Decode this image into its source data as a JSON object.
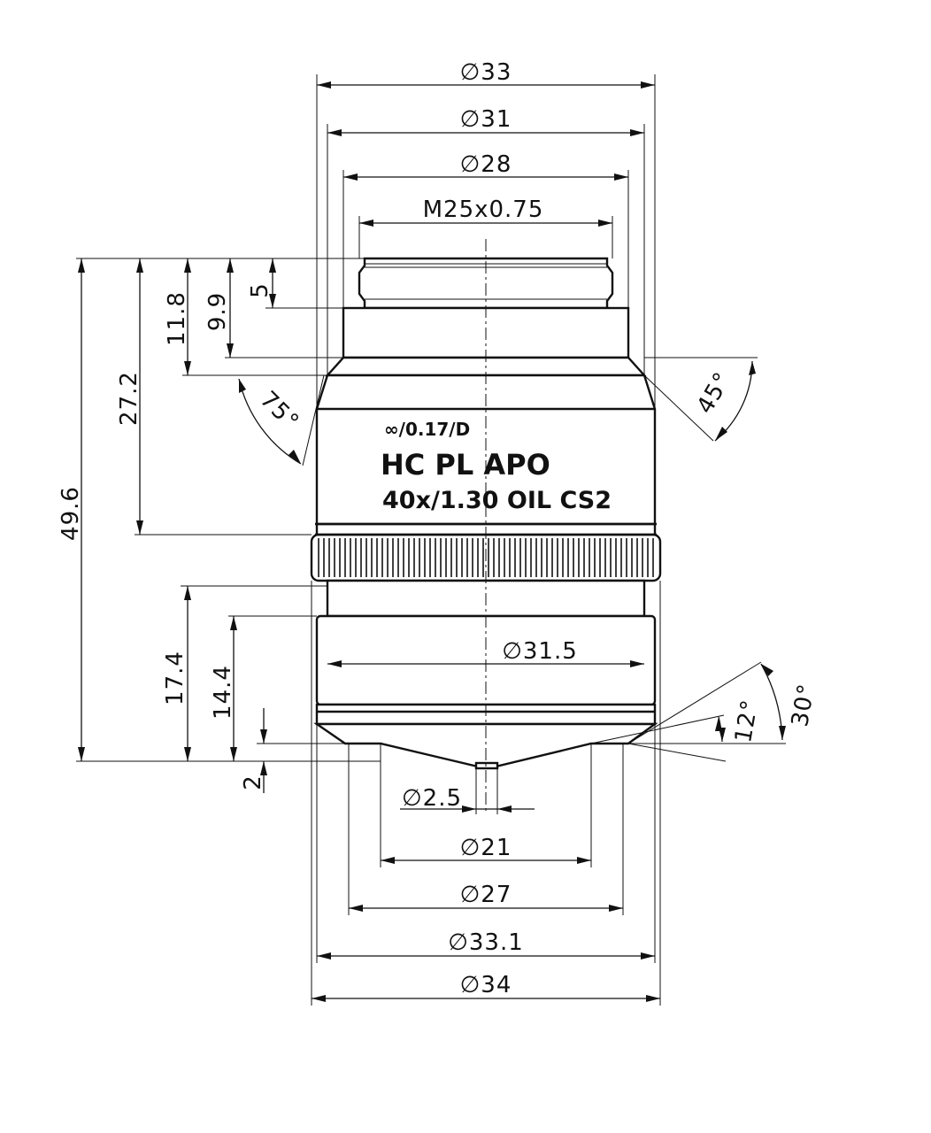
{
  "objective": {
    "engraving": {
      "line1": "∞/0.17/D",
      "line2": "HC PL APO",
      "line3": "40x/1.30 OIL CS2"
    }
  },
  "dimensions": {
    "diameters": {
      "d33": "∅33",
      "d31": "∅31",
      "d28": "∅28",
      "thread": "M25x0.75",
      "d31_5": "∅31.5",
      "d2_5": "∅2.5",
      "d21": "∅21",
      "d27": "∅27",
      "d33_1": "∅33.1",
      "d34": "∅34"
    },
    "lengths": {
      "l49_6": "49.6",
      "l27_2": "27.2",
      "l11_8": "11.8",
      "l9_9": "9.9",
      "l5": "5",
      "l17_4": "17.4",
      "l14_4": "14.4",
      "l2": "2"
    },
    "angles": {
      "a75": "75°",
      "a45": "45°",
      "a30": "30°",
      "a12": "12°"
    }
  }
}
